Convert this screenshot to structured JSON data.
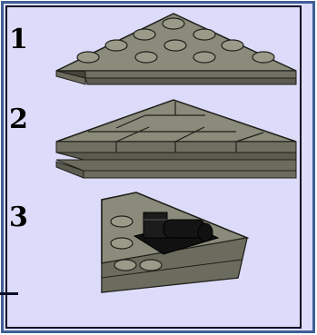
{
  "steps": [
    {
      "number": "1"
    },
    {
      "number": "2"
    },
    {
      "number": "3"
    }
  ],
  "colors": {
    "outer_border": "#3f5f96",
    "inner_border": "#0b0d24",
    "background": "#dcdcfa",
    "brick_top": "#8b8b7b",
    "brick_side": "#6c6c5e",
    "brick_dark": "#2c2b26",
    "black_part": "#111111"
  }
}
